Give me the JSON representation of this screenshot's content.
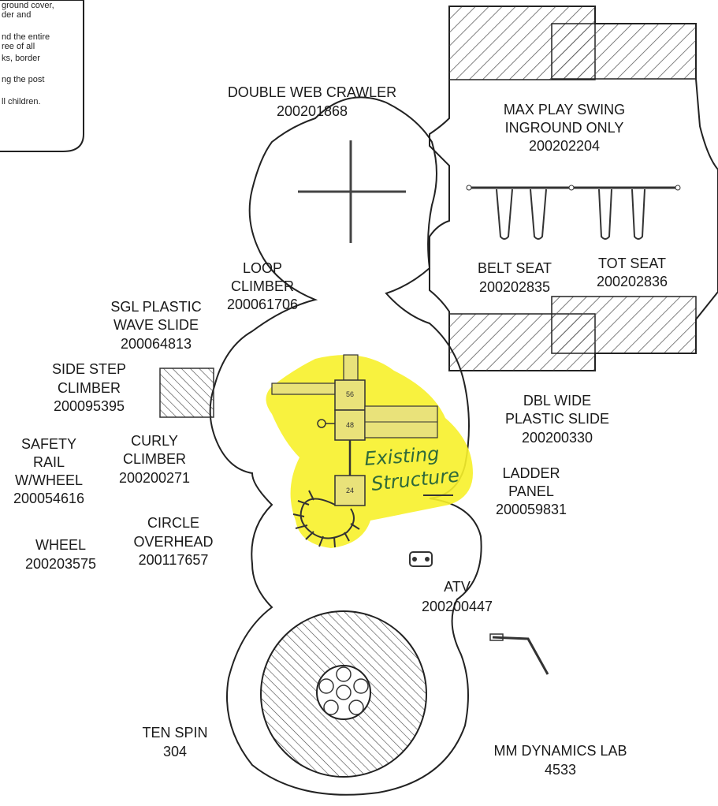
{
  "notes": {
    "lines": [
      "ground cover,",
      "der and",
      "nd the entire",
      "ree of all",
      "ks, border",
      "ng the post",
      "ll children."
    ]
  },
  "labels": {
    "double_web_crawler": [
      "DOUBLE WEB CRAWLER",
      "200201868"
    ],
    "max_play_swing": [
      "MAX PLAY SWING",
      "INGROUND ONLY",
      "200202204"
    ],
    "belt_seat": [
      "BELT SEAT",
      "200202835"
    ],
    "tot_seat": [
      "TOT SEAT",
      "200202836"
    ],
    "loop_climber": [
      "LOOP",
      "CLIMBER",
      "200061706"
    ],
    "sgl_plastic_wave_slide": [
      "SGL PLASTIC",
      "WAVE SLIDE",
      "200064813"
    ],
    "side_step_climber": [
      "SIDE STEP",
      "CLIMBER",
      "200095395"
    ],
    "safety_rail": [
      "SAFETY",
      "RAIL",
      "W/WHEEL",
      "200054616"
    ],
    "curly_climber": [
      "CURLY",
      "CLIMBER",
      "200200271"
    ],
    "dbl_wide_plastic_slide": [
      "DBL WIDE",
      "PLASTIC SLIDE",
      "200200330"
    ],
    "ladder_panel": [
      "LADDER",
      "PANEL",
      "200059831"
    ],
    "circle_overhead": [
      "CIRCLE",
      "OVERHEAD",
      "200117657"
    ],
    "wheel": [
      "WHEEL",
      "200203575"
    ],
    "atv": [
      "ATV",
      "200200447"
    ],
    "ten_spin": [
      "TEN SPIN",
      "304"
    ],
    "mm_dynamics_lab": [
      "MM DYNAMICS LAB",
      "4533"
    ]
  },
  "deck_numbers": [
    "56",
    "48",
    "24"
  ],
  "handwritten": [
    "Existing",
    "Structure"
  ],
  "colors": {
    "highlight": "#f7f12a",
    "ink": "#1a1a1a",
    "hatch": "#555555"
  }
}
